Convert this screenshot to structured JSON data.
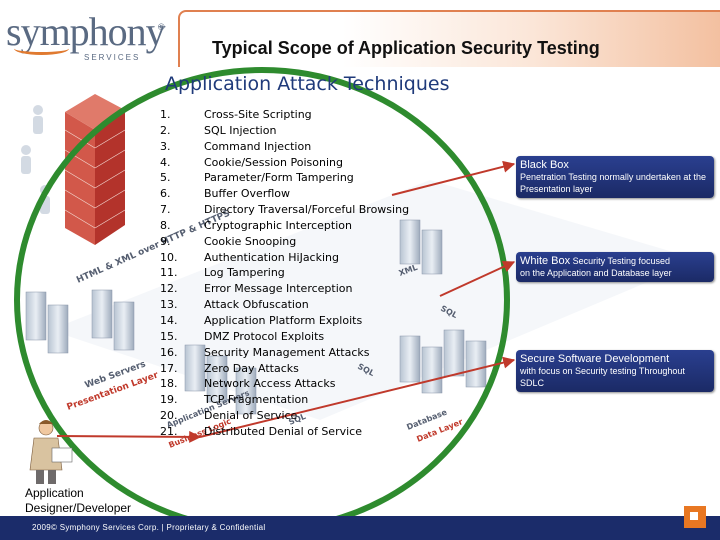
{
  "logo": {
    "name": "symphony",
    "tagline": "SERVICES",
    "mark": "®"
  },
  "slide": {
    "title": "Typical Scope of Application Security Testing",
    "subtitle": "Application Attack Techniques"
  },
  "techniques": [
    {
      "num": "1.",
      "label": "Cross-Site Scripting"
    },
    {
      "num": "2.",
      "label": "SQL Injection"
    },
    {
      "num": "3.",
      "label": "Command Injection"
    },
    {
      "num": "4.",
      "label": "Cookie/Session Poisoning"
    },
    {
      "num": "5.",
      "label": "Parameter/Form Tampering"
    },
    {
      "num": "6.",
      "label": "Buffer Overflow"
    },
    {
      "num": "7.",
      "label": "Directory Traversal/Forceful Browsing"
    },
    {
      "num": "8.",
      "label": "Cryptographic Interception"
    },
    {
      "num": "9.",
      "label": "Cookie Snooping"
    },
    {
      "num": "10.",
      "label": "Authentication HiJacking"
    },
    {
      "num": "11.",
      "label": "Log Tampering"
    },
    {
      "num": "12.",
      "label": "Error Message Interception"
    },
    {
      "num": "13.",
      "label": "Attack Obfuscation"
    },
    {
      "num": "14.",
      "label": "Application Platform Exploits"
    },
    {
      "num": "15.",
      "label": "DMZ Protocol Exploits"
    },
    {
      "num": "16.",
      "label": "Security Management Attacks"
    },
    {
      "num": "17.",
      "label": "Zero Day Attacks"
    },
    {
      "num": "18.",
      "label": "Network Access Attacks"
    },
    {
      "num": "19.",
      "label": "TCP Fragmentation"
    },
    {
      "num": "20.",
      "label": "Denial of Service"
    },
    {
      "num": "21.",
      "label": "Distributed Denial of Service"
    }
  ],
  "diagram_labels": {
    "html_xml": "HTML & XML over HTTP & HTTPS",
    "web_servers": "Web Servers",
    "presentation_layer": "Presentation Layer",
    "app_servers": "Application Servers",
    "business_logic": "Business Logic",
    "xml": "XML",
    "sql1": "SQL",
    "sql2": "SQL",
    "sql3": "SQL",
    "database": "Database",
    "data_layer": "Data Layer"
  },
  "boxes": [
    {
      "head": "Black Box",
      "head_rest": "",
      "body": "Penetration Testing normally undertaken at the Presentation layer"
    },
    {
      "head": "White Box",
      "head_rest": " Security Testing focused",
      "body": "on the Application and Database layer"
    },
    {
      "head": "Secure Software Development",
      "head_rest": "",
      "body": "with  focus on Security testing Throughout   SDLC"
    }
  ],
  "designer": {
    "line1": "Application",
    "line2": "Designer/Developer"
  },
  "footer": {
    "text": "2009© Symphony Services Corp.  |  Proprietary & Confidential"
  },
  "colors": {
    "ellipse": "#2e8b2e",
    "arrow": "#c0392b",
    "box_bg": "#1f2f75",
    "footer_bg": "#1b2c6a",
    "title_blue": "#1f3a7a",
    "accent_orange": "#e87722"
  }
}
